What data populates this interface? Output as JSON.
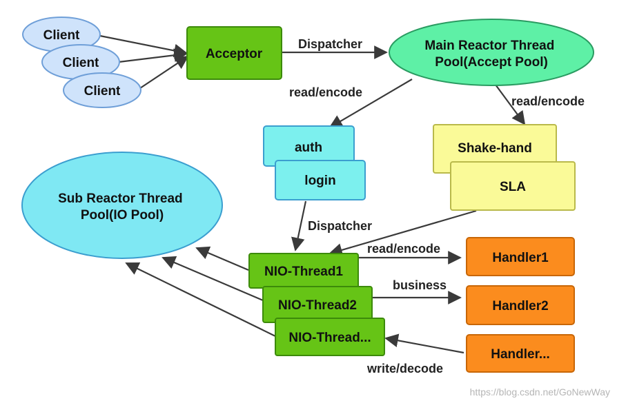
{
  "nodes": {
    "client_1": "Client",
    "client_2": "Client",
    "client_3": "Client",
    "acceptor": "Acceptor",
    "main_reactor": [
      "Main Reactor Thread",
      "Pool(Accept Pool)"
    ],
    "auth": "auth",
    "login": "login",
    "shake_hand": "Shake-hand",
    "sla": "SLA",
    "sub_reactor": [
      "Sub Reactor Thread",
      "Pool(IO Pool)"
    ],
    "nio_thread_1": "NIO-Thread1",
    "nio_thread_2": "NIO-Thread2",
    "nio_thread_n": "NIO-Thread...",
    "handler_1": "Handler1",
    "handler_2": "Handler2",
    "handler_n": "Handler..."
  },
  "edges": {
    "acceptor_to_main": "Dispatcher",
    "main_to_auth": "read/encode",
    "main_to_shake": "read/encode",
    "login_to_nio": "Dispatcher",
    "nio_to_handler1": "read/encode",
    "nio_to_handler2": "business",
    "handler_to_nio": "write/decode"
  },
  "watermark": "https://blog.csdn.net/GoNewWay",
  "colors": {
    "client_fill": "#cfe3fb",
    "client_stroke": "#6f9fd8",
    "green_fill": "#66c416",
    "green_stroke": "#3c8a0a",
    "cyan_fill": "#7cf0ee",
    "cyan_stroke": "#3b9ecf",
    "ellipse_green": "#5ef0a6",
    "ellipse_cyan": "#7fe8f3",
    "yellow_fill": "#fafa98",
    "yellow_stroke": "#b9b94a",
    "orange_fill": "#fb8c1e",
    "orange_stroke": "#c86606",
    "arrow": "#3a3a3a"
  }
}
